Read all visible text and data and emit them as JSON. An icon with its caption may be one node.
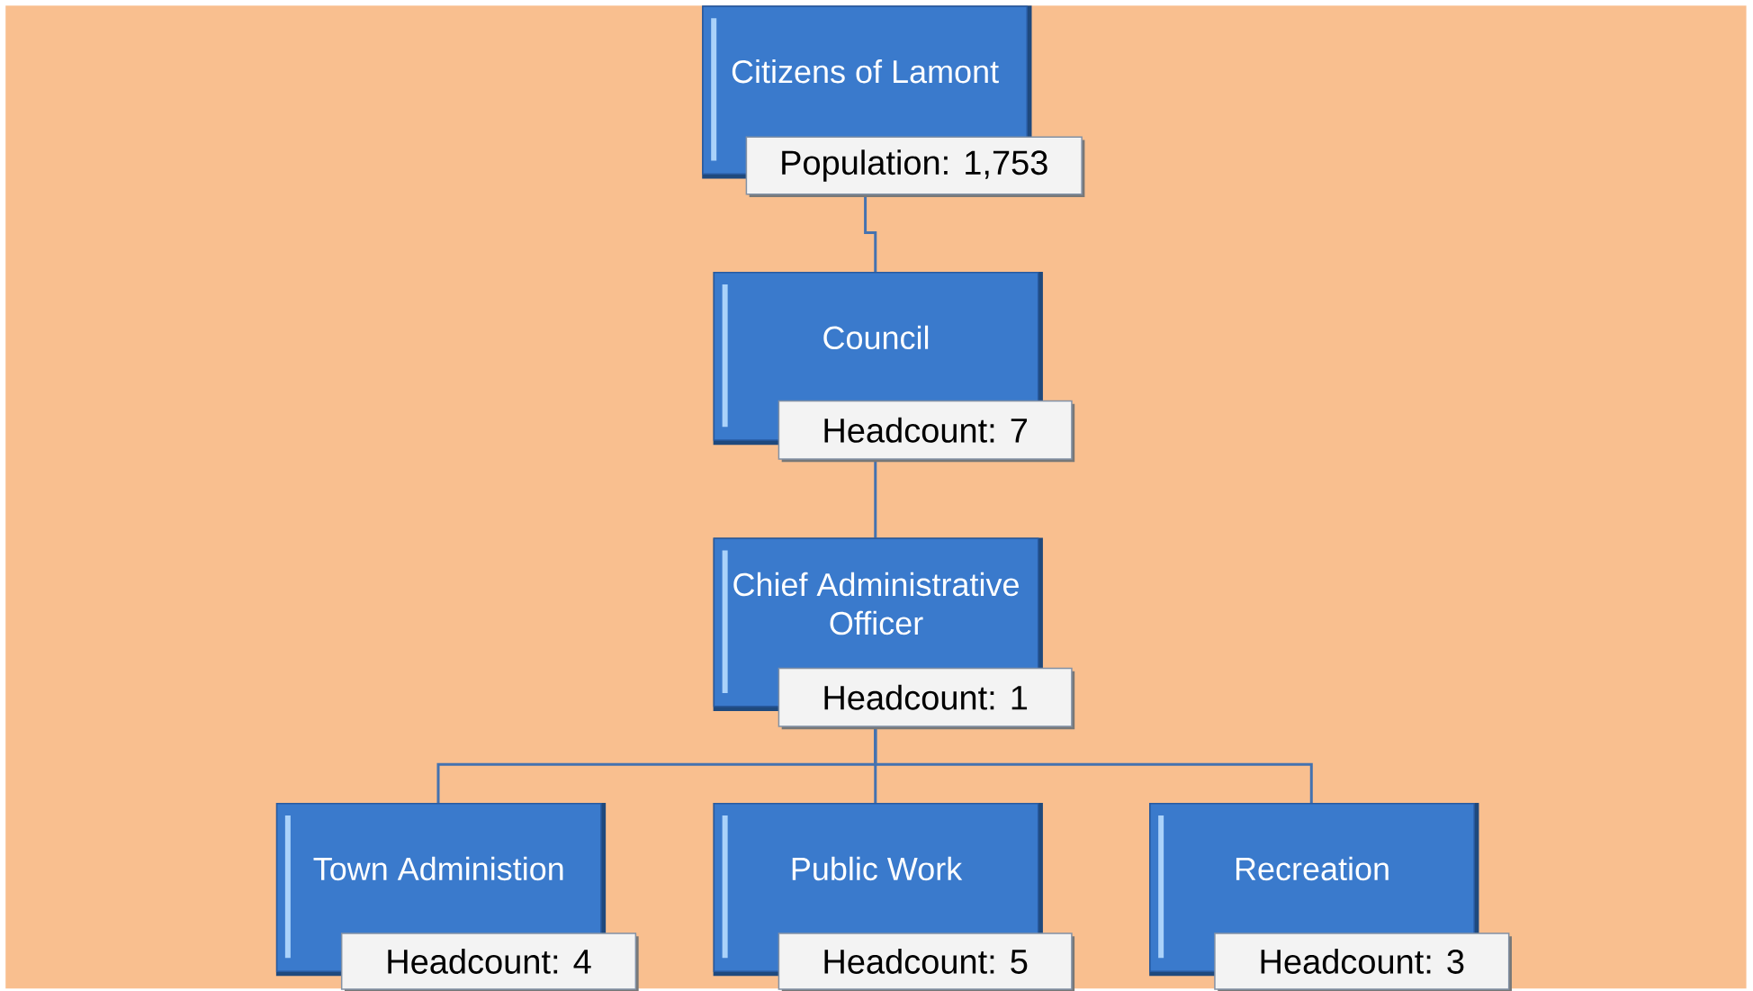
{
  "diagram": {
    "nodes": [
      {
        "text": [
          "Citizens of Lamont"
        ]
      },
      {
        "text": [
          "Population: 1,753"
        ]
      },
      {
        "text": [
          "Council"
        ]
      },
      {
        "text": [
          "Headcount: 7"
        ]
      },
      {
        "text": [
          "Chief Administrative Officer"
        ]
      },
      {
        "text": [
          "Headcount: 1"
        ]
      },
      {
        "text": [
          "Town Administion"
        ]
      },
      {
        "text": [
          "Headcount: 4"
        ]
      },
      {
        "text": [
          "Public Work"
        ]
      },
      {
        "text": [
          "Headcount: 5"
        ]
      },
      {
        "text": [
          "Recreation"
        ]
      },
      {
        "text": [
          "Headcount: 3"
        ]
      }
    ],
    "edges": [
      {
        "from": 1,
        "to": 2,
        "arrow": "none"
      },
      {
        "from": 3,
        "to": 4,
        "arrow": "none"
      },
      {
        "from": 5,
        "to": 6,
        "arrow": "none"
      },
      {
        "from": 5,
        "to": 8,
        "arrow": "none"
      },
      {
        "from": 5,
        "to": 10,
        "arrow": "none"
      }
    ]
  }
}
